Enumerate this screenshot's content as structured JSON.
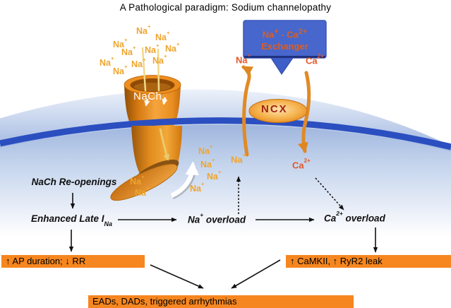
{
  "title": "A Pathological paradigm: Sodium channelopathy",
  "colors": {
    "box_orange": "#F6861F",
    "membrane_light": "#C3D2EC",
    "membrane_stripe": "#2B4FC0",
    "interior_blue": "#93ACD9",
    "callout_blue": "#4867CC",
    "callout_text": "#D85F28",
    "ion_gold": "#EFA52F",
    "ion_red": "#E2582A",
    "channel_orange": "#E8871E",
    "ncx_text_red": "#9E2810"
  },
  "ions": {
    "na": {
      "base": "Na",
      "sup": "+"
    },
    "ca": {
      "base": "Ca",
      "sup": "2+"
    }
  },
  "membrane": {
    "channel_label": "NaCh",
    "exchanger_label": "NCX"
  },
  "callout": {
    "na_base": "Na",
    "na_sup": "+",
    "dash": " - ",
    "ca_base": "Ca",
    "ca_sup": "2+",
    "line2": "Exchanger"
  },
  "flow": {
    "reopenings": "NaCh Re-openings",
    "late": {
      "base": "Enhanced Late I",
      "sub": "Na"
    },
    "na_overload": {
      "base": "Na",
      "sup": "+",
      "rest": " overload"
    },
    "ca_overload": {
      "base": "Ca",
      "sup": "2+",
      "rest": " overload"
    },
    "box_ap": "↑ AP duration; ↓ RR",
    "box_camkii": "↑ CaMKII, ↑ RyR2 leak",
    "box_eads": "EADs, DADs, triggered arrhythmias"
  }
}
